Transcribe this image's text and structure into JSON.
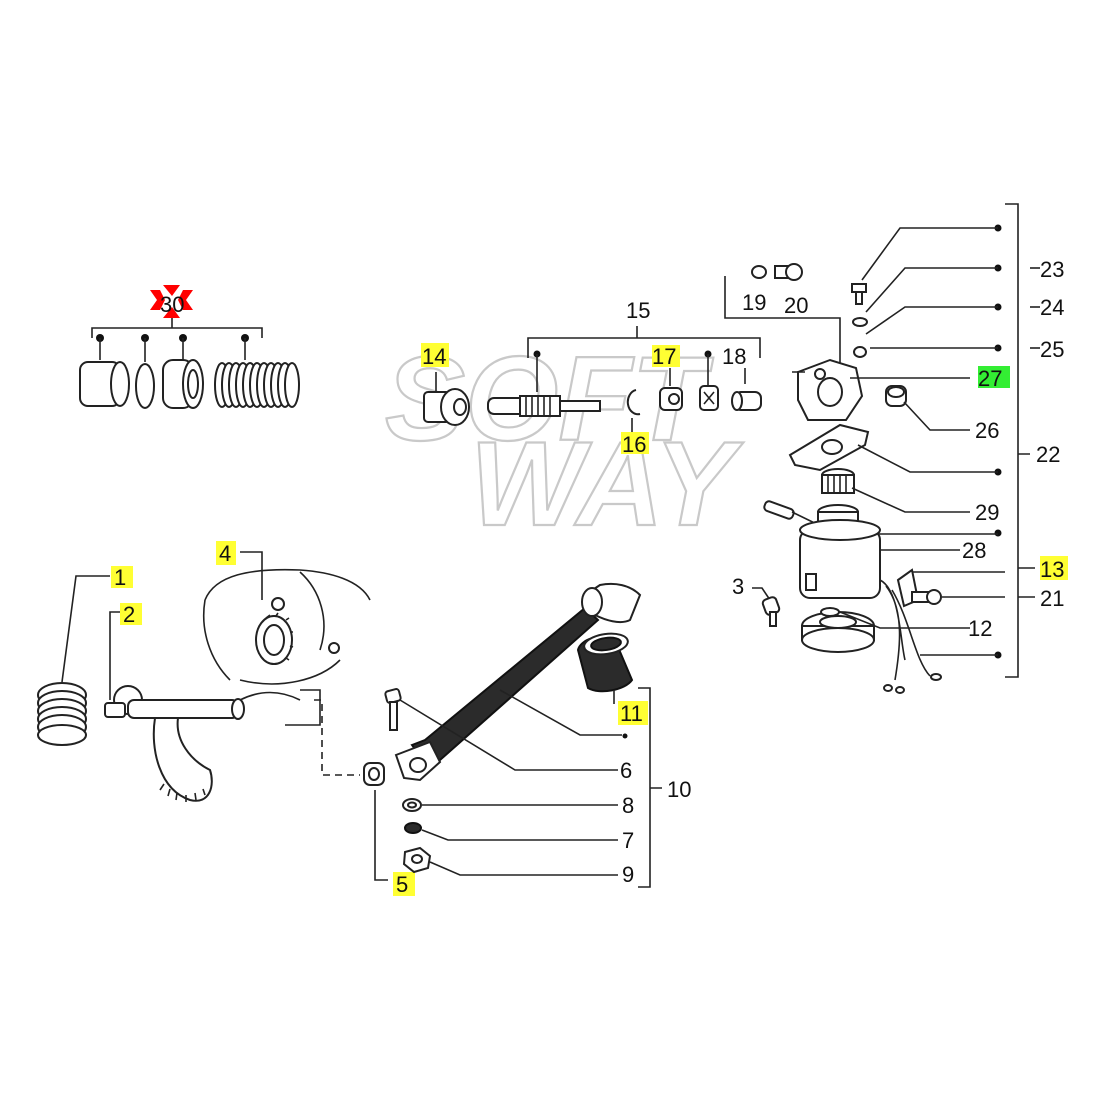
{
  "diagram": {
    "watermark": {
      "line1": "SOFT",
      "line2": "WAY"
    },
    "highlight_color": "#ffff33",
    "highlight_alt_color": "#33ee33",
    "marker_color": "#ff0000",
    "labels": {
      "p1": "1",
      "p2": "2",
      "p3": "3",
      "p4": "4",
      "p5": "5",
      "p6": "6",
      "p7": "7",
      "p8": "8",
      "p9": "9",
      "p10": "10",
      "p11": "11",
      "p12": "12",
      "p13": "13",
      "p14": "14",
      "p15": "15",
      "p16": "16",
      "p17": "17",
      "p18": "18",
      "p19": "19",
      "p20": "20",
      "p21": "21",
      "p22": "22",
      "p23": "23",
      "p24": "24",
      "p25": "25",
      "p26": "26",
      "p27": "27",
      "p28": "28",
      "p29": "29",
      "p30": "30"
    }
  }
}
